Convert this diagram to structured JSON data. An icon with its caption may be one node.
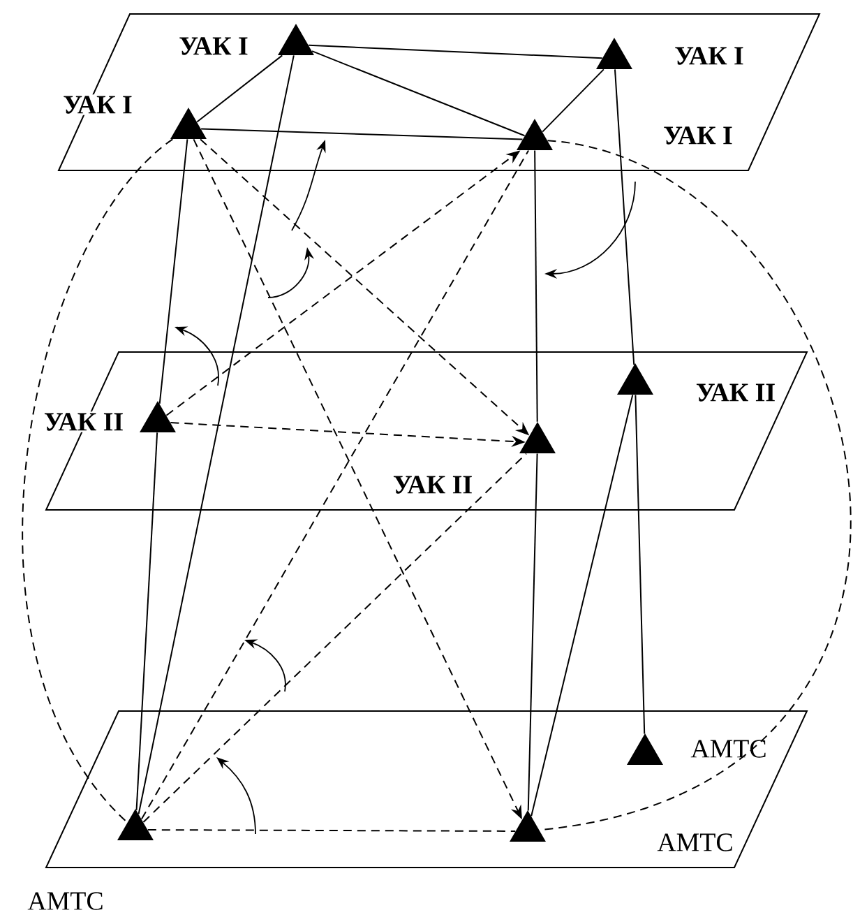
{
  "diagram": {
    "nodes": [
      {
        "text": [],
        "shape": "parallelogram"
      },
      {
        "text": [],
        "shape": "triangle",
        "in": 0,
        "beside": [
          "УАК I"
        ]
      },
      {
        "text": [],
        "shape": "triangle",
        "in": 0,
        "beside": [
          "УАК I"
        ]
      },
      {
        "text": [],
        "shape": "triangle",
        "in": 0,
        "beside": [
          "УАК I"
        ]
      },
      {
        "text": [],
        "shape": "triangle",
        "in": 0
      },
      {
        "text": [],
        "shape": "parallelogram"
      },
      {
        "text": [],
        "shape": "triangle",
        "in": 5,
        "beside": [
          "УАК II"
        ]
      },
      {
        "text": [],
        "shape": "triangle",
        "in": 5,
        "beside": [
          "УАК II"
        ]
      },
      {
        "text": [],
        "shape": "triangle",
        "in": 5,
        "beside": [
          "УАК II"
        ]
      },
      {
        "text": [],
        "shape": "parallelogram"
      },
      {
        "text": [],
        "shape": "triangle",
        "in": 9,
        "beside": [
          "АМТС"
        ]
      },
      {
        "text": [],
        "shape": "triangle",
        "in": 9,
        "beside": [
          "АМТС"
        ]
      },
      {
        "text": [],
        "shape": "triangle",
        "in": 9
      }
    ],
    "edges": [
      {
        "from": 3,
        "to": 1,
        "arrow": "none"
      },
      {
        "from": 1,
        "to": 2,
        "arrow": "none"
      },
      {
        "from": 1,
        "to": 4,
        "arrow": "none"
      },
      {
        "from": 3,
        "to": 4,
        "arrow": "none"
      },
      {
        "from": 4,
        "to": 2,
        "arrow": "none"
      },
      {
        "from": 3,
        "to": 7,
        "arrow": "none"
      },
      {
        "from": 7,
        "to": 11,
        "arrow": "none"
      },
      {
        "from": 1,
        "to": 11,
        "arrow": "none"
      },
      {
        "from": 4,
        "to": 8,
        "arrow": "none"
      },
      {
        "from": 8,
        "to": 12,
        "arrow": "none"
      },
      {
        "from": 12,
        "to": 6,
        "arrow": "none"
      },
      {
        "from": 2,
        "to": 6,
        "arrow": "none"
      },
      {
        "from": 6,
        "to": 10,
        "arrow": "none"
      },
      {
        "from": 7,
        "to": 4,
        "arrow": "to",
        "style": "dashed"
      },
      {
        "from": 3,
        "to": 8,
        "arrow": "to",
        "style": "dashed"
      },
      {
        "from": 7,
        "to": 8,
        "arrow": "to",
        "style": "dashed"
      },
      {
        "from": 3,
        "to": 12,
        "arrow": "to",
        "style": "dashed"
      },
      {
        "from": 11,
        "to": 4,
        "arrow": "none",
        "style": "dashed"
      },
      {
        "from": 11,
        "to": 8,
        "arrow": "none",
        "style": "dashed"
      },
      {
        "from": 11,
        "to": 12,
        "arrow": "none",
        "style": "dashed"
      },
      {
        "from": 3,
        "to": 11,
        "arrow": "none",
        "style": "dashed"
      },
      {
        "from": 4,
        "to": 12,
        "arrow": "none",
        "style": "dashed"
      }
    ],
    "labels": [
      "УАК I",
      "АМТС"
    ]
  }
}
